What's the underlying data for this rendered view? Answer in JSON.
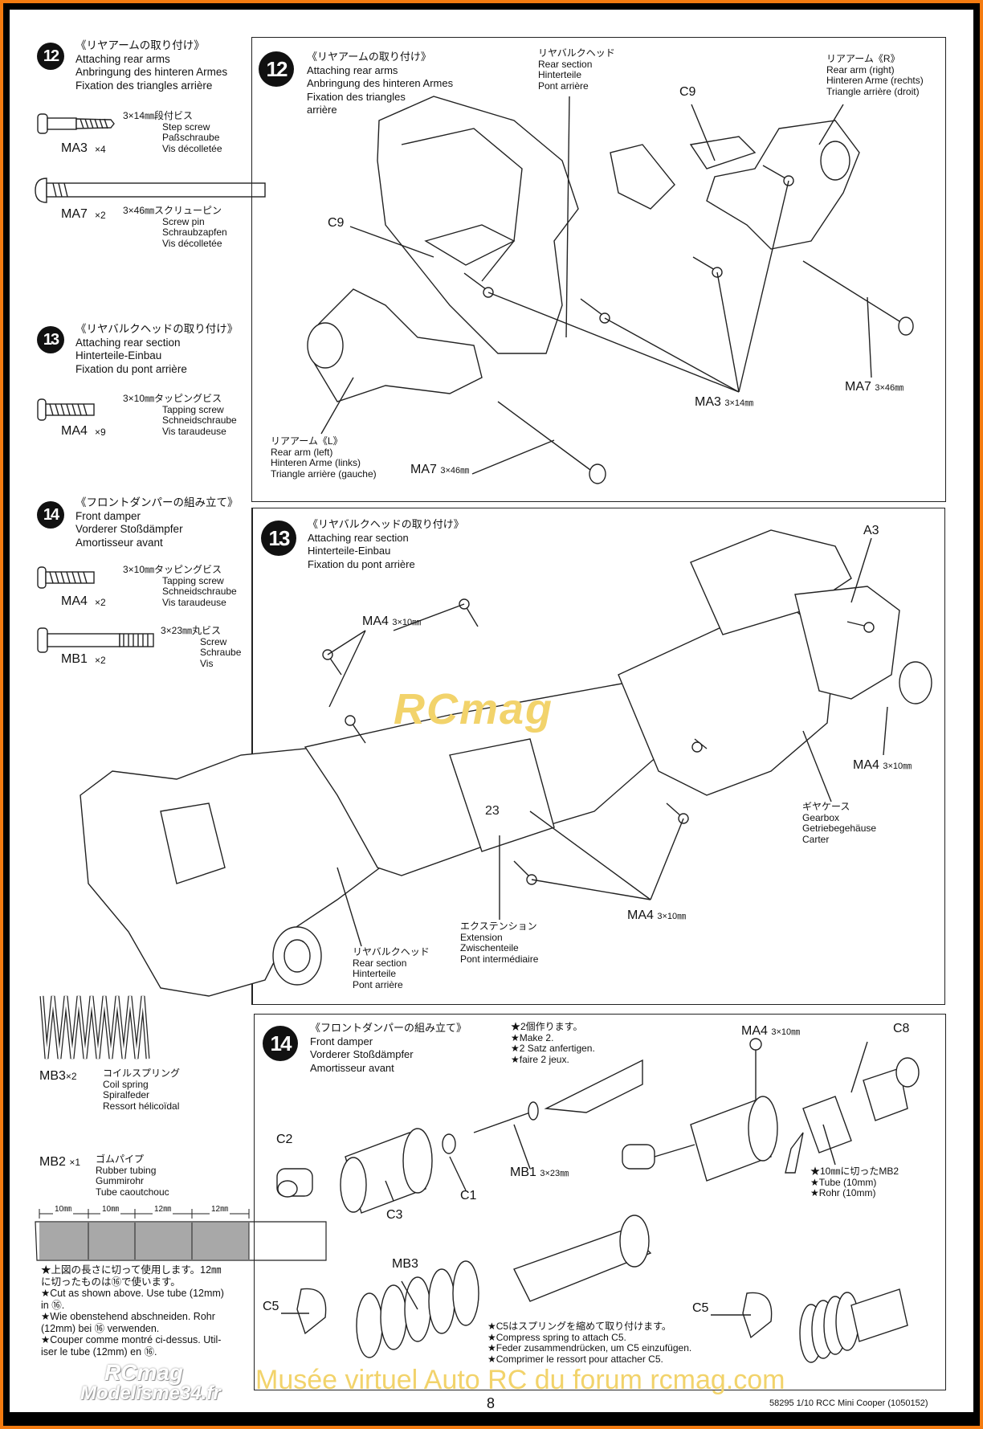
{
  "left_column": {
    "step12": {
      "number": "12",
      "title_jp": "《リヤアームの取り付け》",
      "title_en": "Attaching rear arms",
      "title_de": "Anbringung des hinteren Armes",
      "title_fr": "Fixation des triangles arrière",
      "parts": [
        {
          "code": "MA3",
          "qty": "×4",
          "spec_jp": "3×14㎜段付ビス",
          "en": "Step screw",
          "de": "Paßschraube",
          "fr": "Vis décolletée"
        },
        {
          "code": "MA7",
          "qty": "×2",
          "spec_jp": "3×46㎜スクリューピン",
          "en": "Screw pin",
          "de": "Schraubzapfen",
          "fr": "Vis décolletée"
        }
      ]
    },
    "step13": {
      "number": "13",
      "title_jp": "《リヤバルクヘッドの取り付け》",
      "title_en": "Attaching rear section",
      "title_de": "Hinterteile-Einbau",
      "title_fr": "Fixation du pont arrière",
      "parts": [
        {
          "code": "MA4",
          "qty": "×9",
          "spec_jp": "3×10㎜タッピングビス",
          "en": "Tapping screw",
          "de": "Schneidschraube",
          "fr": "Vis taraudeuse"
        }
      ]
    },
    "step14": {
      "number": "14",
      "title_jp": "《フロントダンパーの組み立て》",
      "title_en": "Front damper",
      "title_de": "Vorderer Stoßdämpfer",
      "title_fr": "Amortisseur avant",
      "parts": [
        {
          "code": "MA4",
          "qty": "×2",
          "spec_jp": "3×10㎜タッピングビス",
          "en": "Tapping screw",
          "de": "Schneidschraube",
          "fr": "Vis taraudeuse"
        },
        {
          "code": "MB1",
          "qty": "×2",
          "spec_jp": "3×23㎜丸ビス",
          "en": "Screw",
          "de": "Schraube",
          "fr": "Vis"
        },
        {
          "code": "MB3",
          "qty": "×2",
          "spec_jp": "コイルスプリング",
          "en": "Coil spring",
          "de": "Spiralfeder",
          "fr": "Ressort hélicoïdal"
        },
        {
          "code": "MB2",
          "qty": "×1",
          "spec_jp": "ゴムパイプ",
          "en": "Rubber tubing",
          "de": "Gummirohr",
          "fr": "Tube caoutchouc"
        }
      ]
    },
    "tube_cut": {
      "segments": [
        "10㎜",
        "10㎜",
        "12㎜",
        "12㎜"
      ],
      "notes": [
        "★上図の長さに切って使用します。12㎜",
        "に切ったものは⑯で使います。",
        "★Cut as shown above. Use tube (12mm)",
        "in ⑯.",
        "★Wie obenstehend abschneiden. Rohr",
        "(12mm) bei ⑯ verwenden.",
        "★Couper comme montré ci-dessus. Util-",
        "iser le tube (12mm) en ⑯."
      ]
    }
  },
  "step12_panel": {
    "number": "12",
    "title": [
      "《リヤアームの取り付け》",
      "Attaching rear arms",
      "Anbringung des hinteren Armes",
      "Fixation des triangles",
      "arrière"
    ],
    "rear_section": [
      "リヤバルクヘッド",
      "Rear section",
      "Hinterteile",
      "Pont arrière"
    ],
    "rear_arm_right": [
      "リアアーム《R》",
      "Rear arm (right)",
      "Hinteren Arme (rechts)",
      "Triangle arrière (droit)"
    ],
    "rear_arm_left": [
      "リアアーム《L》",
      "Rear arm (left)",
      "Hinteren Arme (links)",
      "Triangle arrière (gauche)"
    ],
    "c9_right": "C9",
    "c9_left": "C9",
    "ma3": {
      "code": "MA3",
      "size": "3×14㎜"
    },
    "ma7_right": {
      "code": "MA7",
      "size": "3×46㎜"
    },
    "ma7_left": {
      "code": "MA7",
      "size": "3×46㎜"
    }
  },
  "step13_panel": {
    "number": "13",
    "title": [
      "《リヤバルクヘッドの取り付け》",
      "Attaching rear section",
      "Hinterteile-Einbau",
      "Fixation du pont arrière"
    ],
    "a3": "A3",
    "ma4_top": {
      "code": "MA4",
      "size": "3×10㎜"
    },
    "ma4_right": {
      "code": "MA4",
      "size": "3×10㎜"
    },
    "ma4_bottom": {
      "code": "MA4",
      "size": "3×10㎜"
    },
    "gearbox": [
      "ギヤケース",
      "Gearbox",
      "Getriebegehäuse",
      "Carter"
    ],
    "extension": [
      "エクステンション",
      "Extension",
      "Zwischenteile",
      "Pont intermédiaire"
    ],
    "rear_section": [
      "リヤバルクヘッド",
      "Rear section",
      "Hinterteile",
      "Pont arrière"
    ],
    "extension_mark": "23"
  },
  "step14_panel": {
    "number": "14",
    "title": [
      "《フロントダンパーの組み立て》",
      "Front damper",
      "Vorderer Stoßdämpfer",
      "Amortisseur avant"
    ],
    "make_notes": [
      "★2個作ります。",
      "★Make 2.",
      "★2 Satz anfertigen.",
      "★faire 2 jeux."
    ],
    "ma4": {
      "code": "MA4",
      "size": "3×10㎜"
    },
    "c8": "C8",
    "c2": "C2",
    "c3": "C3",
    "c1": "C1",
    "mb1": {
      "code": "MB1",
      "size": "3×23㎜"
    },
    "mb2_notes": [
      "★10㎜に切ったMB2",
      "★Tube (10mm)",
      "★Rohr (10mm)"
    ],
    "mb3": "MB3",
    "c5_left": "C5",
    "c5_right": "C5",
    "compress_notes": [
      "★C5はスプリングを縮めて取り付けます。",
      "★Compress spring to attach C5.",
      "★Feder zusammendrücken, um C5 einzufügen.",
      "★Comprimer le ressort pour attacher C5."
    ]
  },
  "footer": {
    "page_number": "8",
    "product": "58295  1/10 RCC Mini Cooper (1050152)"
  },
  "watermarks": {
    "logo_line1": "RCmag",
    "logo_line2": "Modelisme34.fr",
    "banner": "Musée virtuel Auto RC du forum rcmag.com",
    "center_logo": "RCmag"
  },
  "colors": {
    "border": "#f47b10",
    "watermark": "#f2d36b",
    "ink": "#111111"
  }
}
